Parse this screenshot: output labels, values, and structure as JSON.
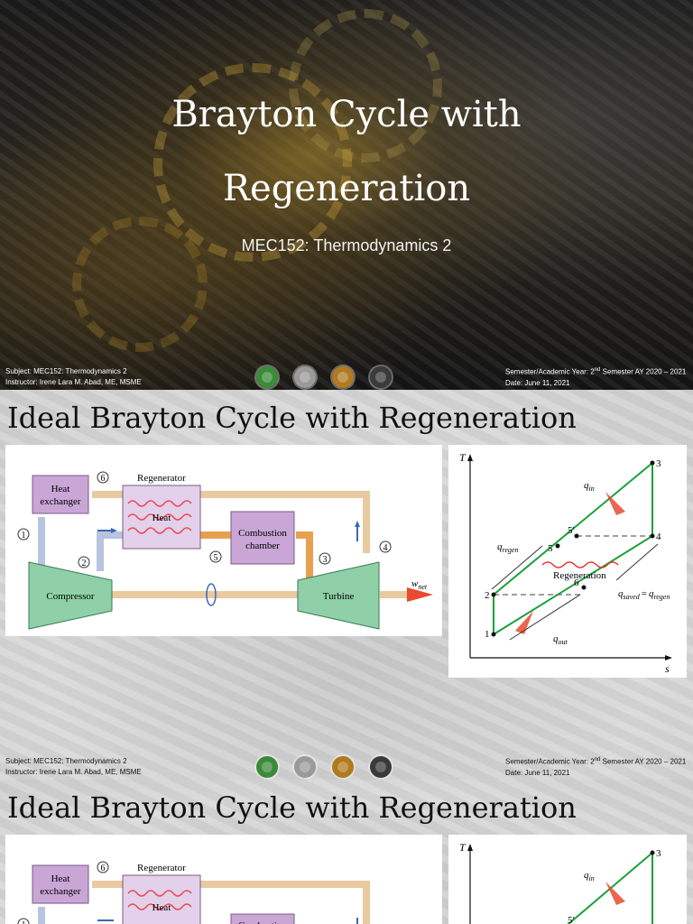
{
  "title_slide": {
    "title_line1": "Brayton Cycle with",
    "title_line2": "Regeneration",
    "subtitle": "MEC152: Thermodynamics 2"
  },
  "footer": {
    "subject": "Subject: MEC152: Thermodynamics 2",
    "instructor": "Instructor: Irene Lara M. Abad, ME, MSME",
    "semester_prefix": "Semester/Academic Year: 2",
    "semester_sup": "nd",
    "semester_suffix": " Semester AY 2020 – 2021",
    "date": "Date: June 11, 2021"
  },
  "logos": [
    {
      "icon": "university-seal-icon",
      "color": "#3a8a3a"
    },
    {
      "icon": "college-seal-icon",
      "color": "#9a9a9a"
    },
    {
      "icon": "wheel-seal-icon",
      "color": "#b07a20"
    },
    {
      "icon": "gear-seal-icon",
      "color": "#3a3a3a"
    }
  ],
  "slide2": {
    "heading": "Ideal Brayton Cycle with Regeneration"
  },
  "schematic": {
    "heat_exchanger": [
      "Heat",
      "exchanger"
    ],
    "regenerator": "Regenerator",
    "heat": "Heat",
    "combustion": [
      "Combustion",
      "chamber"
    ],
    "compressor": "Compressor",
    "turbine": "Turbine",
    "w": "w",
    "w_sub": "net",
    "states": [
      "1",
      "2",
      "3",
      "4",
      "5",
      "6"
    ]
  },
  "ts_diagram": {
    "t_axis": "T",
    "s_axis": "s",
    "q": "q",
    "in_sub": "in",
    "out_sub": "out",
    "regen_sub": "regen",
    "saved_sub": "saved",
    "equals": "=",
    "regeneration": "Regeneration",
    "states": [
      "1",
      "2",
      "3",
      "4",
      "5",
      "6"
    ],
    "state_5_prime": "5′"
  },
  "colors": {
    "component_fill": "#c9a6d6",
    "component_stroke": "#7a5a88",
    "compressor_fill": "#8fd0a8",
    "pipe_tan": "#e8c9a0",
    "pipe_blue": "#b8c4e0",
    "pipe_orange": "#e8a050",
    "cycle_green": "#1aa037",
    "arrow_red": "#e84a30"
  }
}
